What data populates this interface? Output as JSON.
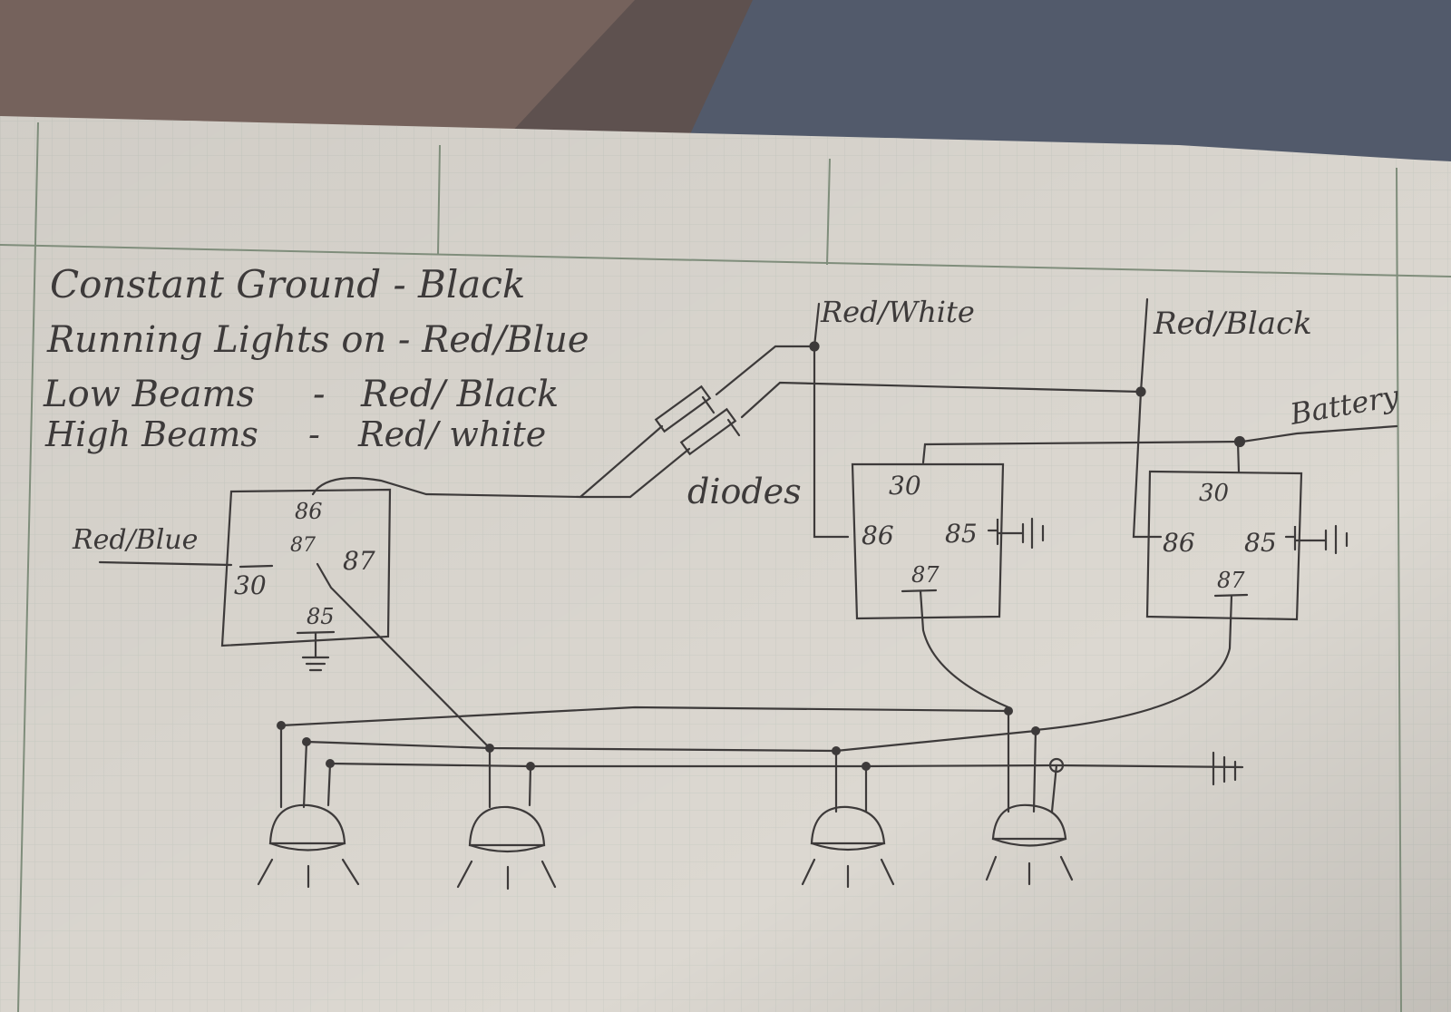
{
  "legend": {
    "line1": "Constant Ground - Black",
    "line2": "Running Lights on - Red/Blue",
    "line3_name": "Low Beams",
    "line3_sep": "-",
    "line3_color": "Red/ Black",
    "line4_name": "High Beams",
    "line4_sep": "-",
    "line4_color": "Red/ white"
  },
  "wire_labels": {
    "red_white": "Red/White",
    "red_black": "Red/Black",
    "battery": "Battery",
    "diodes": "diodes",
    "red_blue": "Red/Blue"
  },
  "relays": {
    "main": {
      "pin_86": "86",
      "pin_87": "87",
      "pin_87a": "87",
      "pin_30": "30",
      "pin_85": "85"
    },
    "high": {
      "pin_30": "30",
      "pin_86": "86",
      "pin_85": "85",
      "pin_87": "87"
    },
    "low": {
      "pin_30": "30",
      "pin_86": "86",
      "pin_85": "85",
      "pin_87": "87"
    }
  },
  "colors": {
    "paper": "#ddd9d2",
    "ink": "#3d3a3a",
    "grid": "#bfc4bc",
    "border": "#7c8a78",
    "cloth": "#6f5f5b",
    "jeans": "#5a6173"
  },
  "counts": {
    "headlamps": 4
  }
}
